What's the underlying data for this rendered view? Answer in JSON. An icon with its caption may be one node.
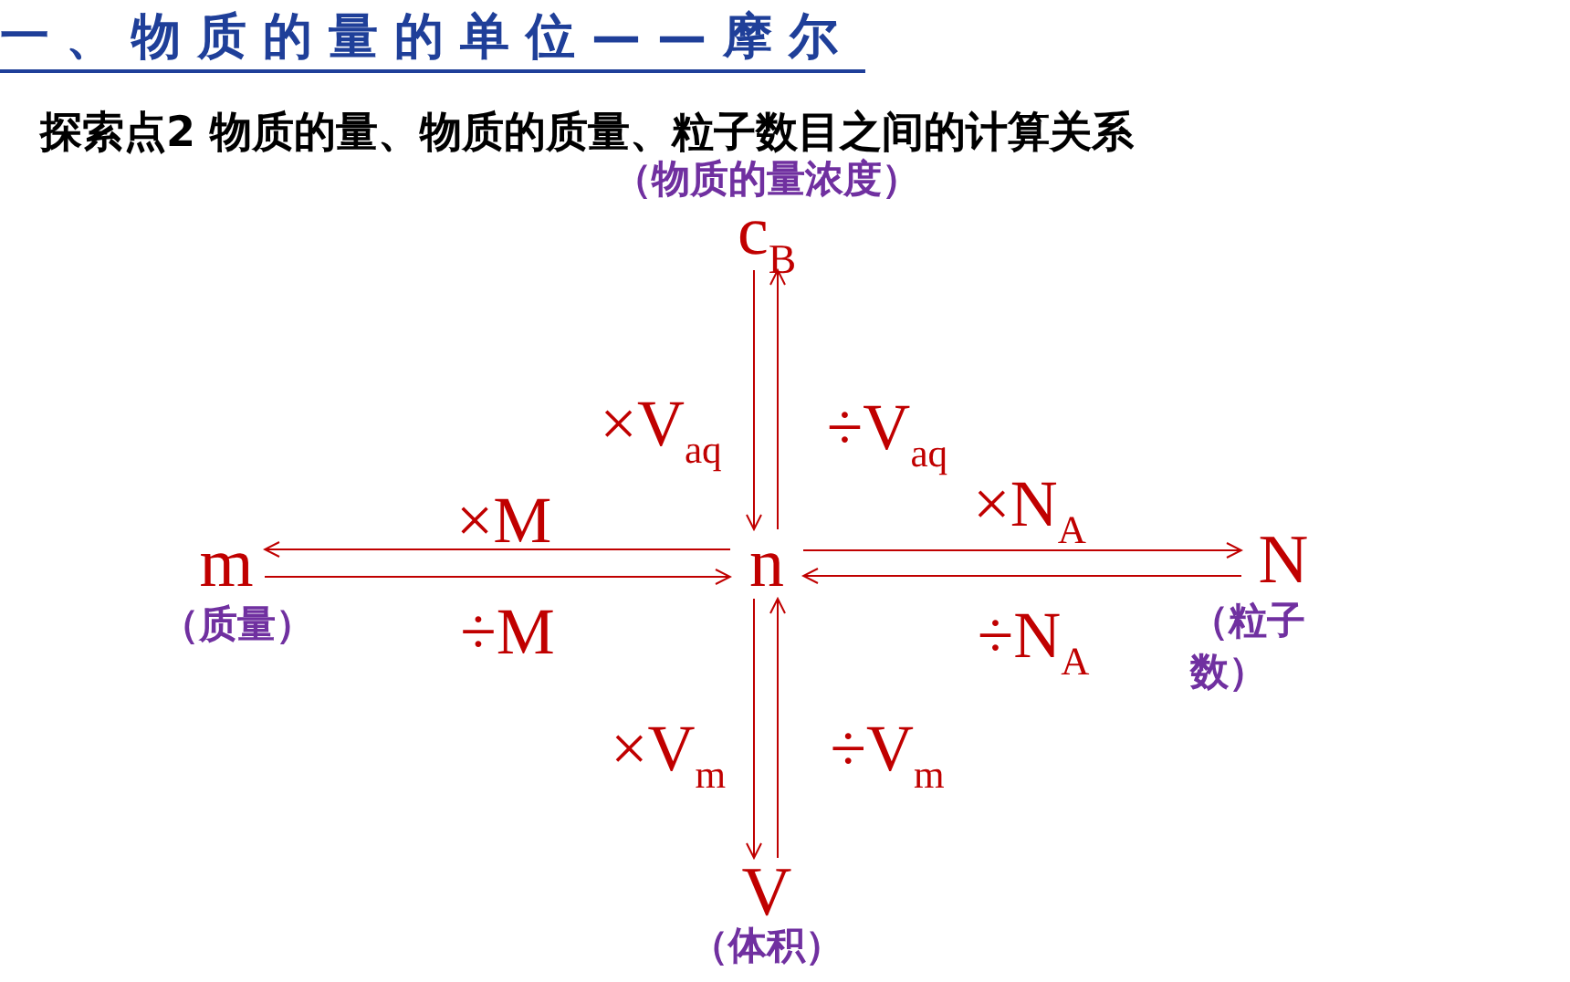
{
  "diagram": {
    "title": "一、物质的量的单位——摩尔",
    "nodes": [
      {
        "text": [
          "c$_{B}$"
        ],
        "beside": [
          "（物质的量浓度）"
        ]
      },
      {
        "text": [
          "m"
        ],
        "beside": [
          "（质量）"
        ]
      },
      {
        "text": [
          "n"
        ]
      },
      {
        "text": [
          "N"
        ],
        "beside": [
          "（粒子数）"
        ]
      },
      {
        "text": [
          "V"
        ],
        "beside": [
          "（体积）"
        ]
      }
    ],
    "edges": [
      {
        "from": 0,
        "to": 2,
        "arrow": "to",
        "label": "×V$_{aq}$"
      },
      {
        "from": 2,
        "to": 0,
        "arrow": "to",
        "label": "÷V$_{aq}$"
      },
      {
        "from": 2,
        "to": 1,
        "arrow": "to",
        "label": "×M"
      },
      {
        "from": 1,
        "to": 2,
        "arrow": "to",
        "label": "÷M"
      },
      {
        "from": 2,
        "to": 3,
        "arrow": "to",
        "label": "×N$_{A}$"
      },
      {
        "from": 3,
        "to": 2,
        "arrow": "to",
        "label": "÷N$_{A}$"
      },
      {
        "from": 2,
        "to": 4,
        "arrow": "to",
        "label": "×V$_{m}$"
      },
      {
        "from": 4,
        "to": 2,
        "arrow": "to",
        "label": "÷V$_{m}$"
      }
    ],
    "labels": [
      "探索点2 物质的量、物质的质量、粒子数目之间的计算关系"
    ]
  }
}
